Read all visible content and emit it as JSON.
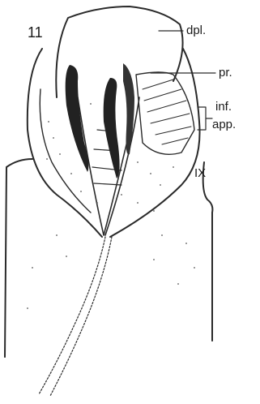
{
  "figure": {
    "number": "11",
    "labels": {
      "dpl": "dpl.",
      "pr": "pr.",
      "inf": "inf.",
      "app": "app.",
      "segment": "IX"
    }
  }
}
